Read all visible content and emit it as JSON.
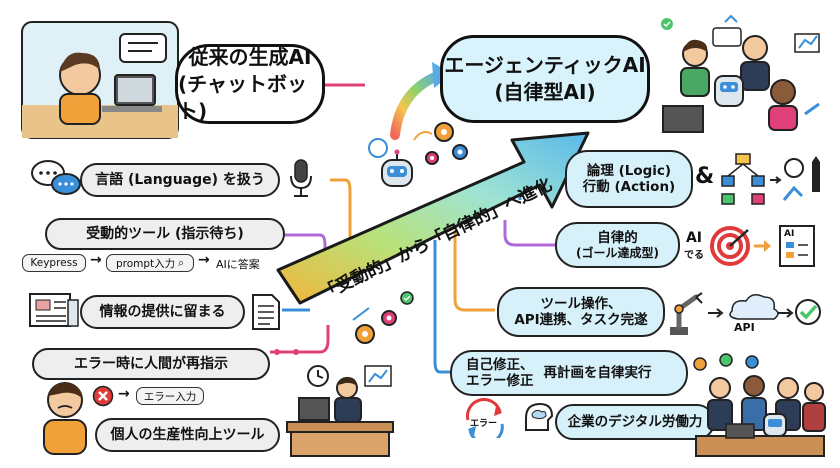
{
  "left": {
    "title_line1": "従来の生成AI",
    "title_line2": "(チャットボット)",
    "item_language": "言語 (Language) を扱う",
    "item_passive_tool": "受動的ツール (指示待ち)",
    "flow_keypress": "Keypress",
    "flow_prompt": "prompt入力",
    "flow_answer": "AIに答案",
    "item_info": "情報の提供に留まる",
    "item_error": "エラー時に人間が再指示",
    "flow_error_input": "エラー入力",
    "item_productivity": "個人の生産性向上ツール"
  },
  "center": {
    "banner_text": "「受動的」から「自律的」へ進化"
  },
  "right": {
    "title_line1": "エージェンティックAI",
    "title_line2": "(自律型AI)",
    "logic_line1": "論理 (Logic)",
    "logic_line2": "行動 (Action)",
    "amp": "&",
    "auto_line1": "自律的",
    "auto_line2": "(ゴール達成型)",
    "ai_label": "AI",
    "ai_sub": "でる",
    "ai_doc_label": "AI",
    "tool_line1": "ツール操作、",
    "tool_line2": "API連携、タスク完遂",
    "api_label": "API",
    "self_line1": "自己修正、",
    "self_line2": "エラー修正",
    "replan": "再計画を自律実行",
    "error_label": "エラー",
    "enterprise": "企業のデジタル労働力"
  },
  "colors": {
    "left_pill_bg": "#eeeeee",
    "right_pill_bg": "#d7f1fa",
    "connector_orange": "#f0a13a",
    "connector_purple": "#b06ad8",
    "connector_magenta": "#e0407a",
    "connector_blue": "#3a8fd8",
    "banner_start": "#f5c542",
    "banner_end": "#4fb8e8"
  }
}
